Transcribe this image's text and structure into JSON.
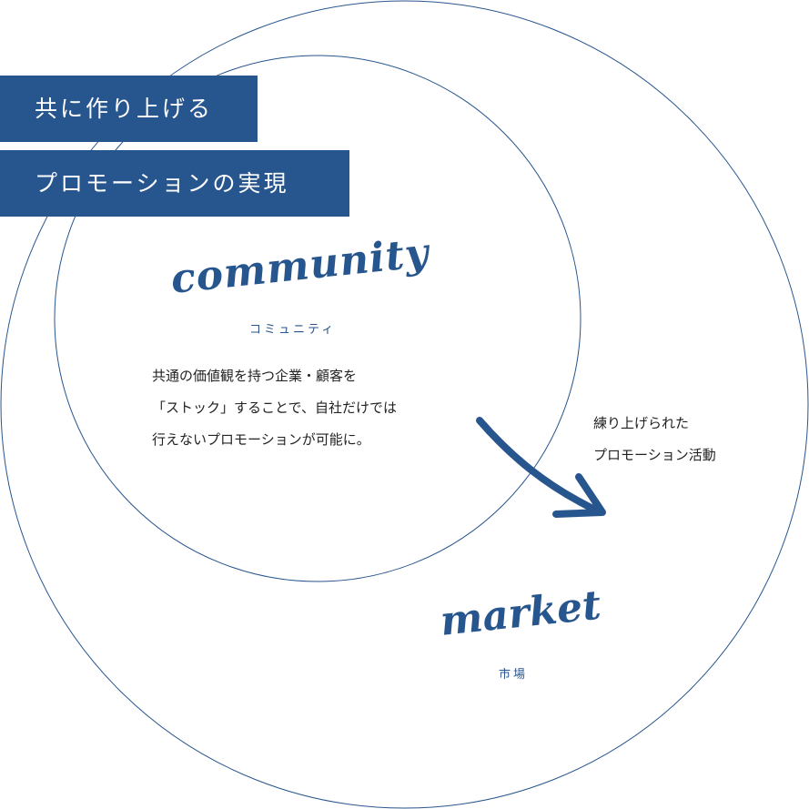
{
  "banners": {
    "line1": "共に作り上げる",
    "line2": "プロモーションの実現"
  },
  "community": {
    "title": "community",
    "subtitle": "コミュニティ",
    "description": [
      "共通の価値観を持つ企業・顧客を",
      "「ストック」することで、自社だけでは",
      "行えないプロモーションが可能に。"
    ]
  },
  "market": {
    "title": "market",
    "subtitle": "市場",
    "description": [
      "練り上げられた",
      "プロモーション活動"
    ]
  },
  "colors": {
    "accent": "#27558d",
    "circle_stroke": "#27558d",
    "body_text": "#222222",
    "background": "#ffffff"
  },
  "icons": {
    "arrow": "curved-arrow-icon"
  }
}
